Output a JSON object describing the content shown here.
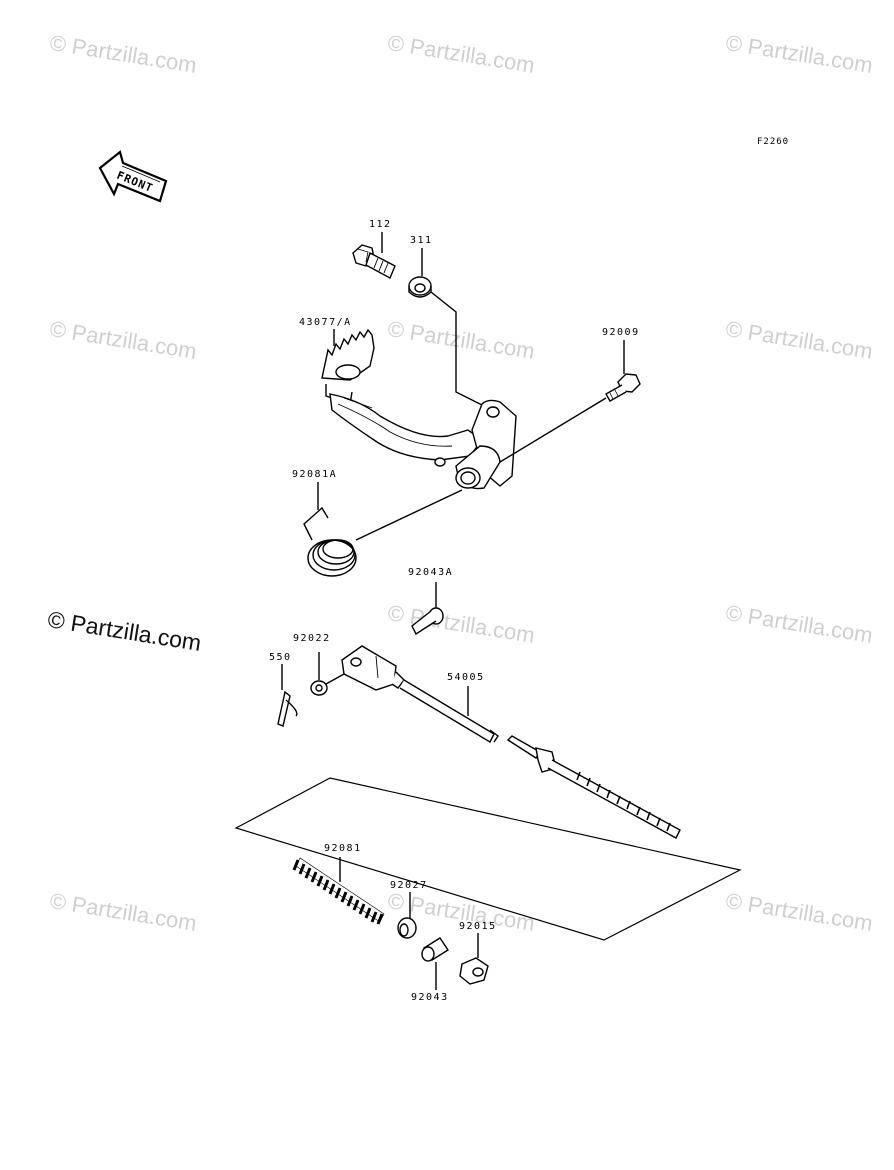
{
  "diagram_code": "F2260",
  "front_label": "FRONT",
  "watermark": {
    "text": "© Partzilla.com"
  },
  "parts": [
    {
      "id": "p112",
      "number": "112"
    },
    {
      "id": "p311",
      "number": "311"
    },
    {
      "id": "p43077",
      "number": "43077/A"
    },
    {
      "id": "p92009",
      "number": "92009"
    },
    {
      "id": "p92081a",
      "number": "92081A"
    },
    {
      "id": "p92043a",
      "number": "92043A"
    },
    {
      "id": "p92022",
      "number": "92022"
    },
    {
      "id": "p550",
      "number": "550"
    },
    {
      "id": "p54005",
      "number": "54005"
    },
    {
      "id": "p92081",
      "number": "92081"
    },
    {
      "id": "p92027",
      "number": "92027"
    },
    {
      "id": "p92015",
      "number": "92015"
    },
    {
      "id": "p92043",
      "number": "92043"
    }
  ]
}
